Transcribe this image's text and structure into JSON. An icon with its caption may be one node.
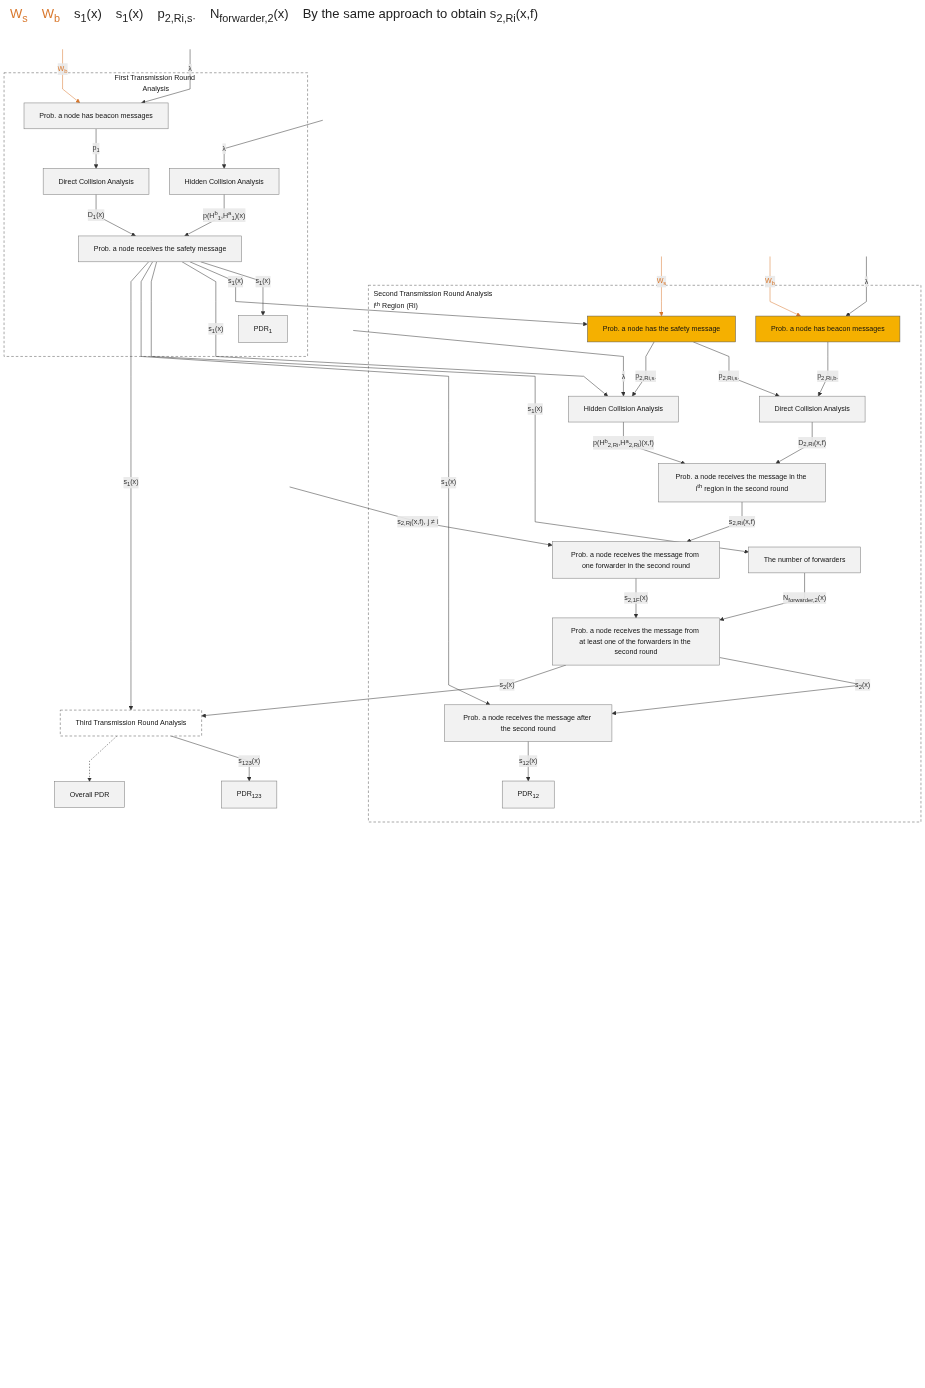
{
  "diagram": {
    "nodes": [
      {
        "text": [
          "First Transmission Round Analysis"
        ]
      },
      {
        "text": [
          "Prob. a node has beacon messages"
        ],
        "in": 0
      },
      {
        "text": [
          "Direct Collision Analysis"
        ],
        "in": 0
      },
      {
        "text": [
          "Hidden Collision Analysis"
        ],
        "in": 0
      },
      {
        "text": [
          "Prob. a node receives the safety message"
        ],
        "in": 0
      },
      {
        "text": [
          "PDR$_{1}$"
        ],
        "in": 0
      },
      {
        "text": [
          "Second Transmission Round Analysis",
          "i$^{th}$ Region  (Ri)"
        ]
      },
      {
        "text": [
          "Prob. a node has the safety message"
        ],
        "in": 6
      },
      {
        "text": [
          "Prob. a node has beacon messages"
        ],
        "in": 6
      },
      {
        "text": [
          "Direct Collision Analysis"
        ],
        "in": 6
      },
      {
        "text": [
          "Hidden Collision Analysis"
        ],
        "in": 6
      },
      {
        "text": [
          "The number of forwarders"
        ],
        "in": 6
      },
      {
        "text": [
          "Prob. a node receives the message in the i$^{th}$ region in the second round"
        ],
        "in": 6
      },
      {
        "text": [
          "Prob. a node receives the message from one forwarder in the second round"
        ],
        "in": 6
      },
      {
        "text": [
          "Prob. a node receives the message from at least one of the forwarders in the second round"
        ],
        "in": 6
      },
      {
        "text": [
          "Prob. a node receives the message after the second round"
        ],
        "in": 6
      },
      {
        "text": [
          "PDR$_{12}$"
        ],
        "in": 6
      },
      {
        "text": [
          "Third  Transmission Round Analysis"
        ]
      },
      {
        "text": [
          "PDR$_{123}$"
        ]
      },
      {
        "text": [
          "Overall PDR"
        ]
      }
    ],
    "edges": [
      {
        "from": null,
        "to": 3,
        "arrow": "to",
        "label": "λ"
      },
      {
        "from": null,
        "to": 1,
        "arrow": "to",
        "label": "λ"
      },
      {
        "from": null,
        "to": 1,
        "arrow": "to",
        "label": "W$_{b}$",
        "color": "#d9782d"
      },
      {
        "from": 1,
        "to": 2,
        "arrow": "to",
        "label": "p$_{1}$"
      },
      {
        "from": 2,
        "to": 4,
        "arrow": "to",
        "label": "D$_{1}$(x)"
      },
      {
        "from": 3,
        "to": 4,
        "arrow": "to",
        "label": "p(H$^{b}$$_{1}$,H$^{a}$$_{1}$)(x)"
      },
      {
        "from": 4,
        "to": 5,
        "arrow": "to",
        "label": "s$_{1}$(x)"
      },
      {
        "from": 4,
        "to": 7,
        "arrow": "to",
        "label": "s$_{1}$(x)"
      },
      {
        "from": 4,
        "to": 10,
        "arrow": "to",
        "label": "s$_{1}$(x)"
      },
      {
        "from": 4,
        "to": 11,
        "arrow": "to",
        "label": "s$_{1}$(x)"
      },
      {
        "from": 4,
        "to": 15,
        "arrow": "to",
        "label": "s$_{1}$(x)"
      },
      {
        "from": 4,
        "to": 17,
        "arrow": "to",
        "label": "s$_{1}$(x)"
      },
      {
        "from": null,
        "to": 7,
        "arrow": "to",
        "label": "W$_{s}$",
        "color": "#d9782d"
      },
      {
        "from": null,
        "to": 8,
        "arrow": "to",
        "label": "W$_{b}$",
        "color": "#d9782d"
      },
      {
        "from": 7,
        "to": 9,
        "arrow": "to",
        "label": "p$_{2,Ri,s·}$"
      },
      {
        "from": 7,
        "to": 10,
        "arrow": "to",
        "label": "p$_{2,Ri,s·}$"
      },
      {
        "from": null,
        "to": 10,
        "arrow": "to",
        "label": "λ"
      },
      {
        "from": null,
        "to": 8,
        "arrow": "to",
        "label": "λ"
      },
      {
        "from": 8,
        "to": 9,
        "arrow": "to",
        "label": "p$_{2,Ri,b·}$"
      },
      {
        "from": 9,
        "to": 12,
        "arrow": "to",
        "label": "D$_{2,Ri}$(x,f)"
      },
      {
        "from": 10,
        "to": 12,
        "arrow": "to",
        "label": "p(H$^{b}$$_{2,Ri}$,H$^{a}$$_{2,Ri}$)(x,f)"
      },
      {
        "from": 12,
        "to": 13,
        "arrow": "to",
        "label": "s$_{2,Ri}$(x,f)"
      },
      {
        "from": null,
        "to": 13,
        "arrow": "to",
        "label": "s$_{2,Rj}$(x,f), j ≠ i"
      },
      {
        "from": 13,
        "to": 14,
        "arrow": "to",
        "label": "s$_{2,1F}$(x)"
      },
      {
        "from": 11,
        "to": 14,
        "arrow": "to",
        "label": "N$_{forwarder,2}$(x)"
      },
      {
        "from": 14,
        "to": 15,
        "arrow": "to",
        "label": "s$_{2}$(x)"
      },
      {
        "from": 15,
        "to": 16,
        "arrow": "to",
        "label": "s$_{12}$(x)"
      },
      {
        "from": 14,
        "to": 17,
        "arrow": "to",
        "label": "s$_{2}$(x)"
      },
      {
        "from": 17,
        "to": 18,
        "arrow": "to",
        "label": "s$_{123}$(x)"
      },
      {
        "from": 17,
        "to": 19,
        "arrow": "to",
        "style": "dashed"
      }
    ],
    "labels": [
      "W$_{s}$",
      "W$_{b}$",
      "s$_{1}$(x)",
      "s$_{1}$(x)",
      "p$_{2,Ri,s·}$",
      "N$_{forwarder,2}$(x)",
      "By the same approach to obtain s$_{2,Ri}$(x,f)"
    ]
  }
}
